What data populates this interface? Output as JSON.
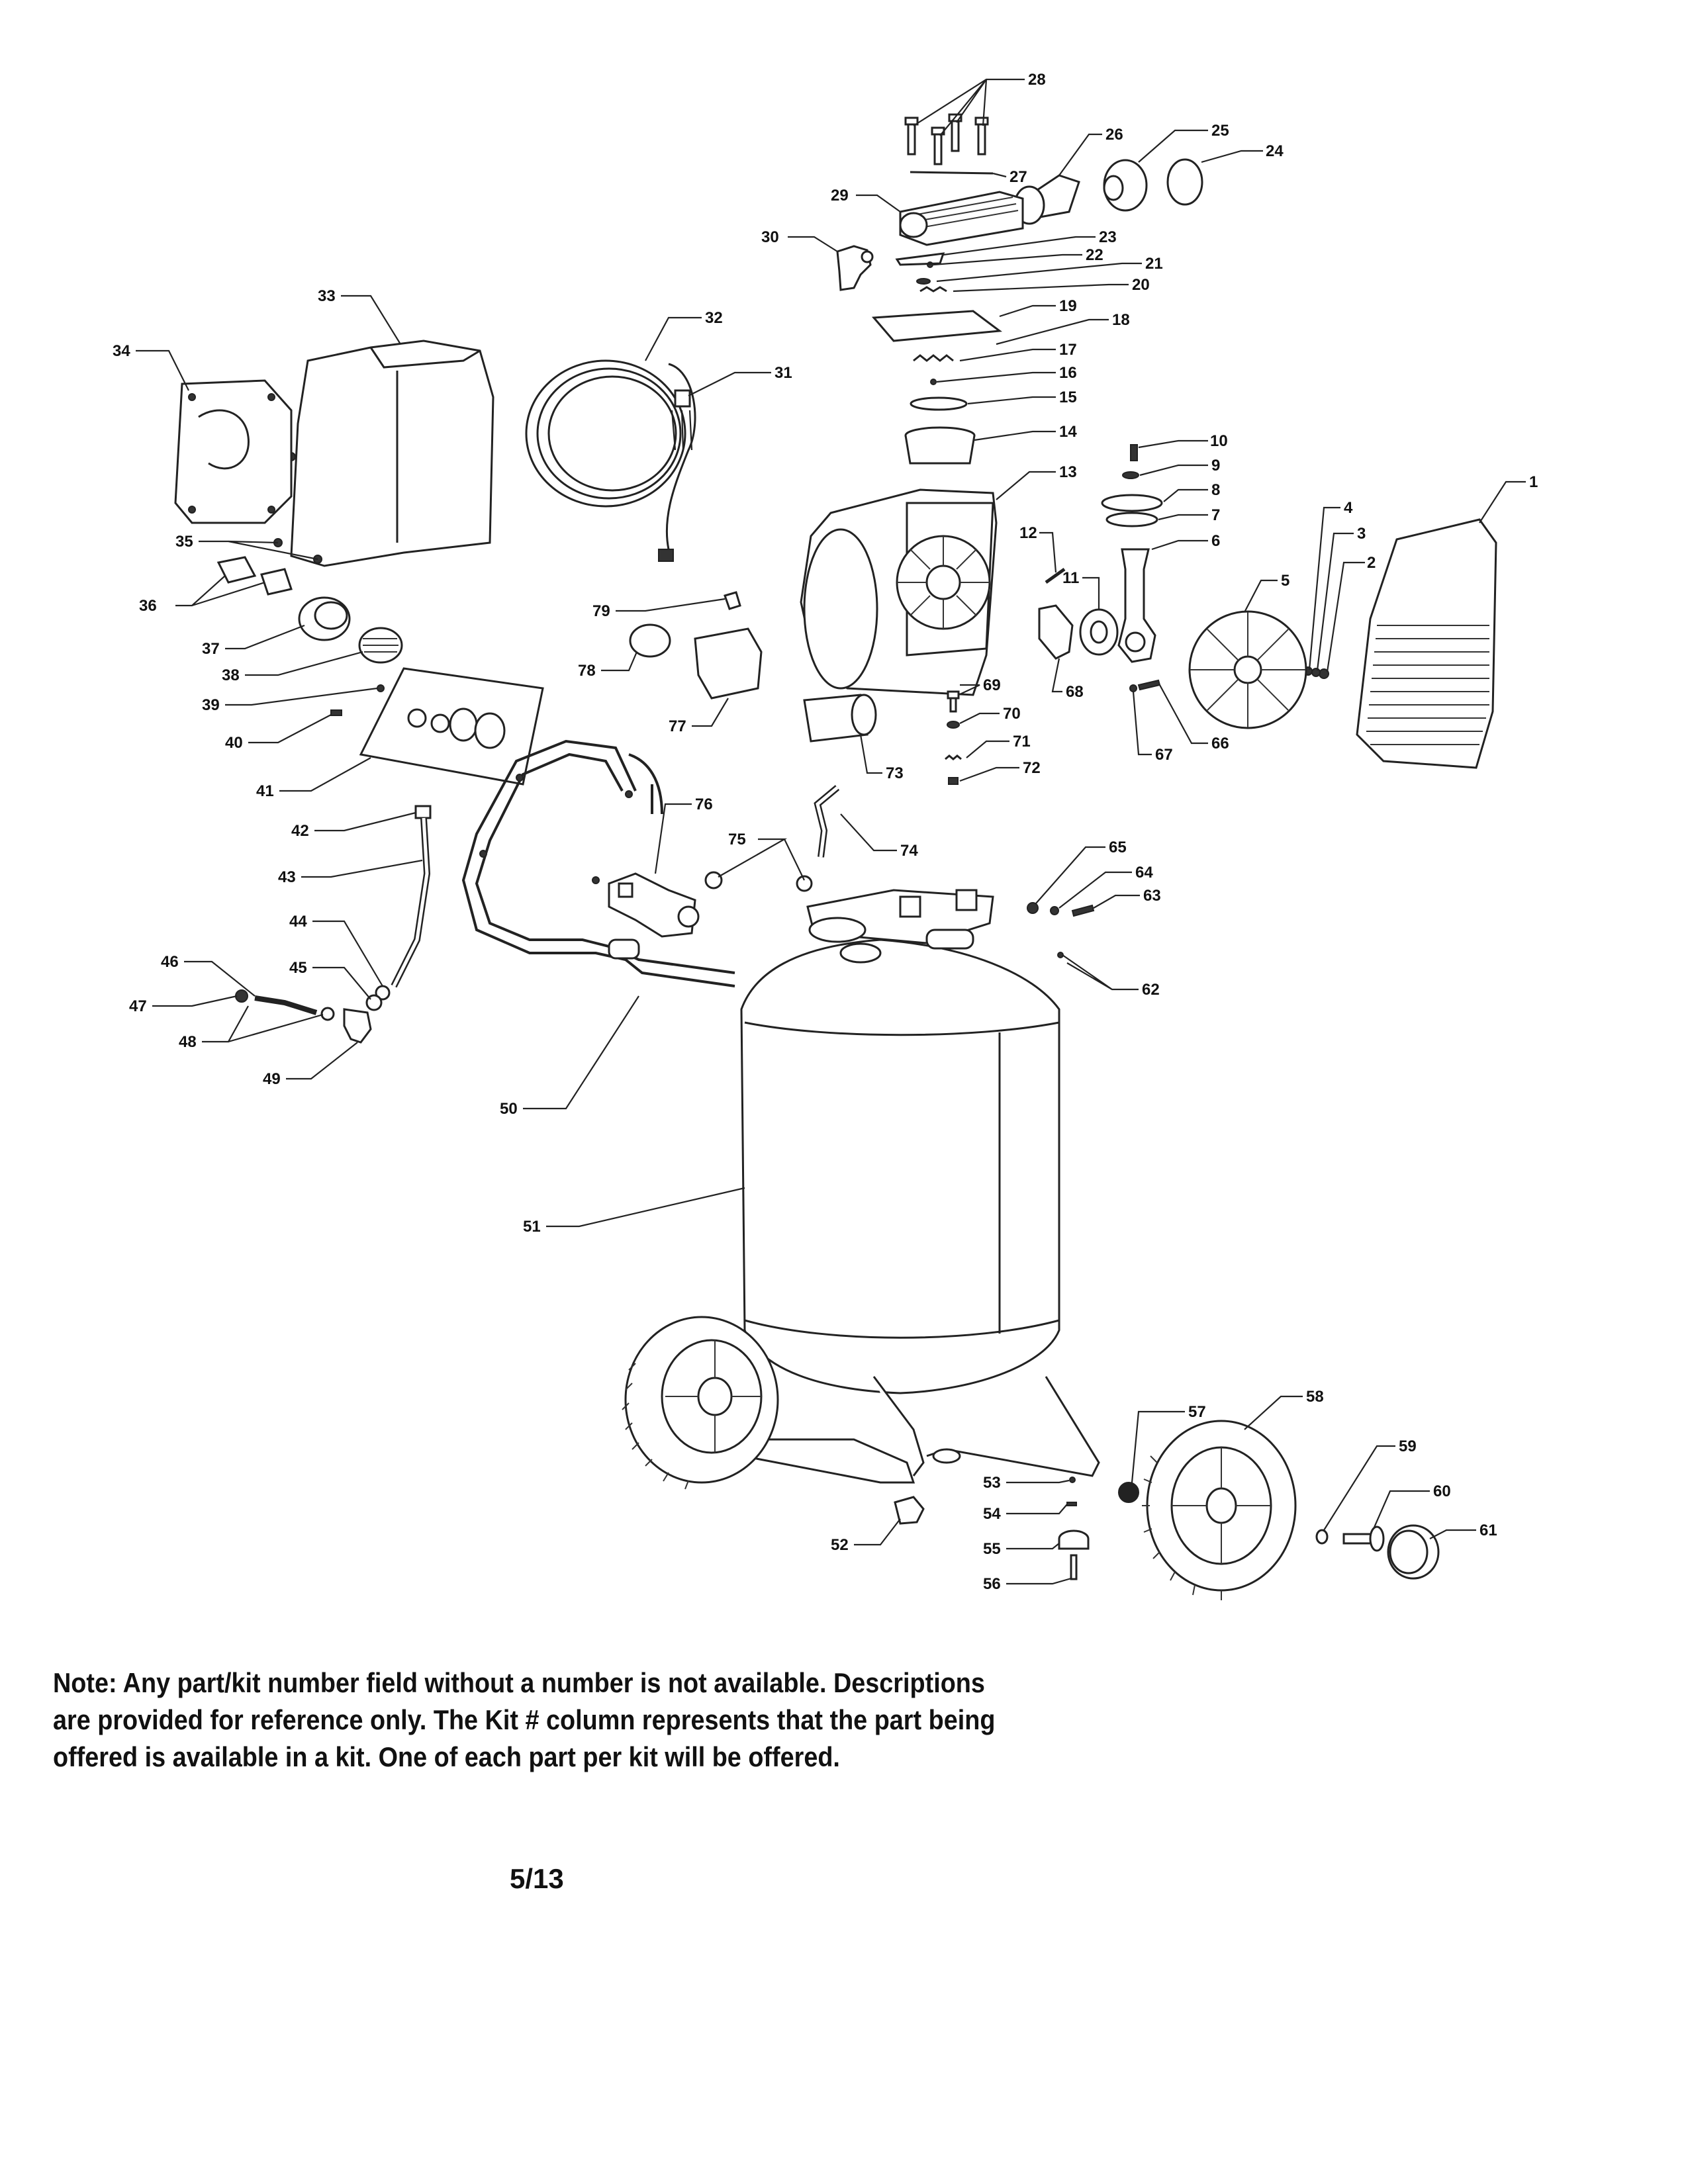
{
  "labels": {
    "l1": "1",
    "l2": "2",
    "l3": "3",
    "l4": "4",
    "l5": "5",
    "l6": "6",
    "l7": "7",
    "l8": "8",
    "l9": "9",
    "l10": "10",
    "l11": "11",
    "l12": "12",
    "l13": "13",
    "l14": "14",
    "l15": "15",
    "l16": "16",
    "l17": "17",
    "l18": "18",
    "l19": "19",
    "l20": "20",
    "l21": "21",
    "l22": "22",
    "l23": "23",
    "l24": "24",
    "l25": "25",
    "l26": "26",
    "l27": "27",
    "l28": "28",
    "l29": "29",
    "l30": "30",
    "l31": "31",
    "l32": "32",
    "l33": "33",
    "l34": "34",
    "l35": "35",
    "l36": "36",
    "l37": "37",
    "l38": "38",
    "l39": "39",
    "l40": "40",
    "l41": "41",
    "l42": "42",
    "l43": "43",
    "l44": "44",
    "l45": "45",
    "l46": "46",
    "l47": "47",
    "l48": "48",
    "l49": "49",
    "l50": "50",
    "l51": "51",
    "l52": "52",
    "l53": "53",
    "l54": "54",
    "l55": "55",
    "l56": "56",
    "l57": "57",
    "l58": "58",
    "l59": "59",
    "l60": "60",
    "l61": "61",
    "l62": "62",
    "l63": "63",
    "l64": "64",
    "l65": "65",
    "l66": "66",
    "l67": "67",
    "l68": "68",
    "l69": "69",
    "l70": "70",
    "l71": "71",
    "l72": "72",
    "l73": "73",
    "l74": "74",
    "l75": "75",
    "l76": "76",
    "l77": "77",
    "l78": "78",
    "l79": "79"
  },
  "note": "Note: Any part/kit number field without a number is not available. Descriptions are provided for reference only. The Kit # column represents that the part being offered is available in a kit. One of each part per kit will be offered.",
  "page_number": "5/13"
}
